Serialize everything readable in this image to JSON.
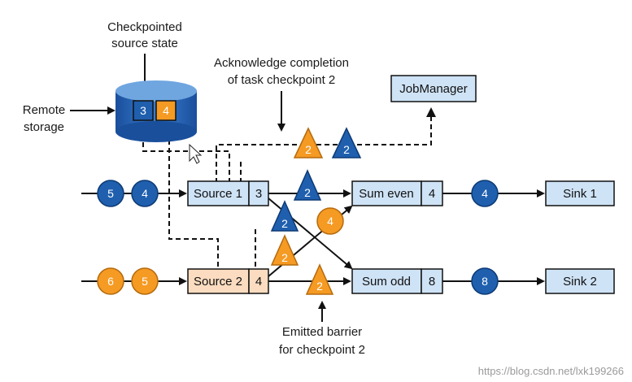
{
  "annotations": {
    "checkpointed_line1": "Checkpointed",
    "checkpointed_line2": "source state",
    "ack_line1": "Acknowledge completion",
    "ack_line2": "of task checkpoint 2",
    "remote_line1": "Remote",
    "remote_line2": "storage",
    "emitted_line1": "Emitted barrier",
    "emitted_line2": "for checkpoint 2"
  },
  "storage": {
    "state_a": "3",
    "state_b": "4"
  },
  "nodes": {
    "jobmanager": "JobManager",
    "source1": {
      "label": "Source 1",
      "state": "3"
    },
    "source2": {
      "label": "Source 2",
      "state": "4"
    },
    "sum_even": {
      "label": "Sum even",
      "state": "4"
    },
    "sum_odd": {
      "label": "Sum odd",
      "state": "8"
    },
    "sink1": "Sink 1",
    "sink2": "Sink 2"
  },
  "tokens": {
    "in1_a": "5",
    "in1_b": "4",
    "in2_a": "6",
    "in2_b": "5",
    "even_out": "4",
    "odd_out": "8",
    "cross_rec": "4",
    "barrier_s1_even": "2",
    "barrier_s1_odd": "2",
    "barrier_s2_even": "2",
    "barrier_s2_odd": "2",
    "ack_orange": "2",
    "ack_blue": "2"
  },
  "watermark": "https://blog.csdn.net/lxk199266",
  "colors": {
    "blue": "#1f5fae",
    "orange": "#f59a23",
    "box_blue": "#cfe3f6",
    "box_orange": "#fbdcc0"
  }
}
